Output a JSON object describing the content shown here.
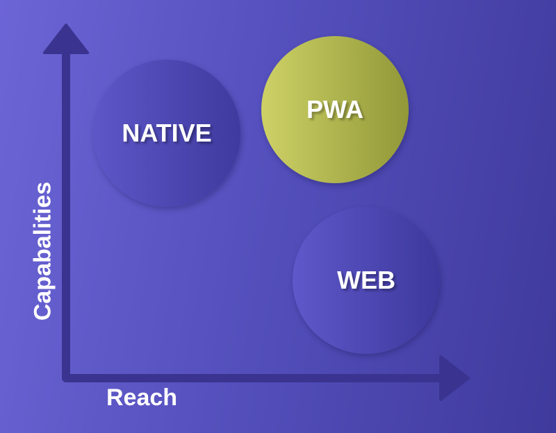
{
  "axes": {
    "x_label": "Reach",
    "y_label": "Capabalities"
  },
  "circles": [
    {
      "label": "NATIVE",
      "color": "#4d48b4"
    },
    {
      "label": "PWA",
      "color": "#b4b94f"
    },
    {
      "label": "WEB",
      "color": "#4d48b4"
    }
  ],
  "axis_color": "#3a3490"
}
